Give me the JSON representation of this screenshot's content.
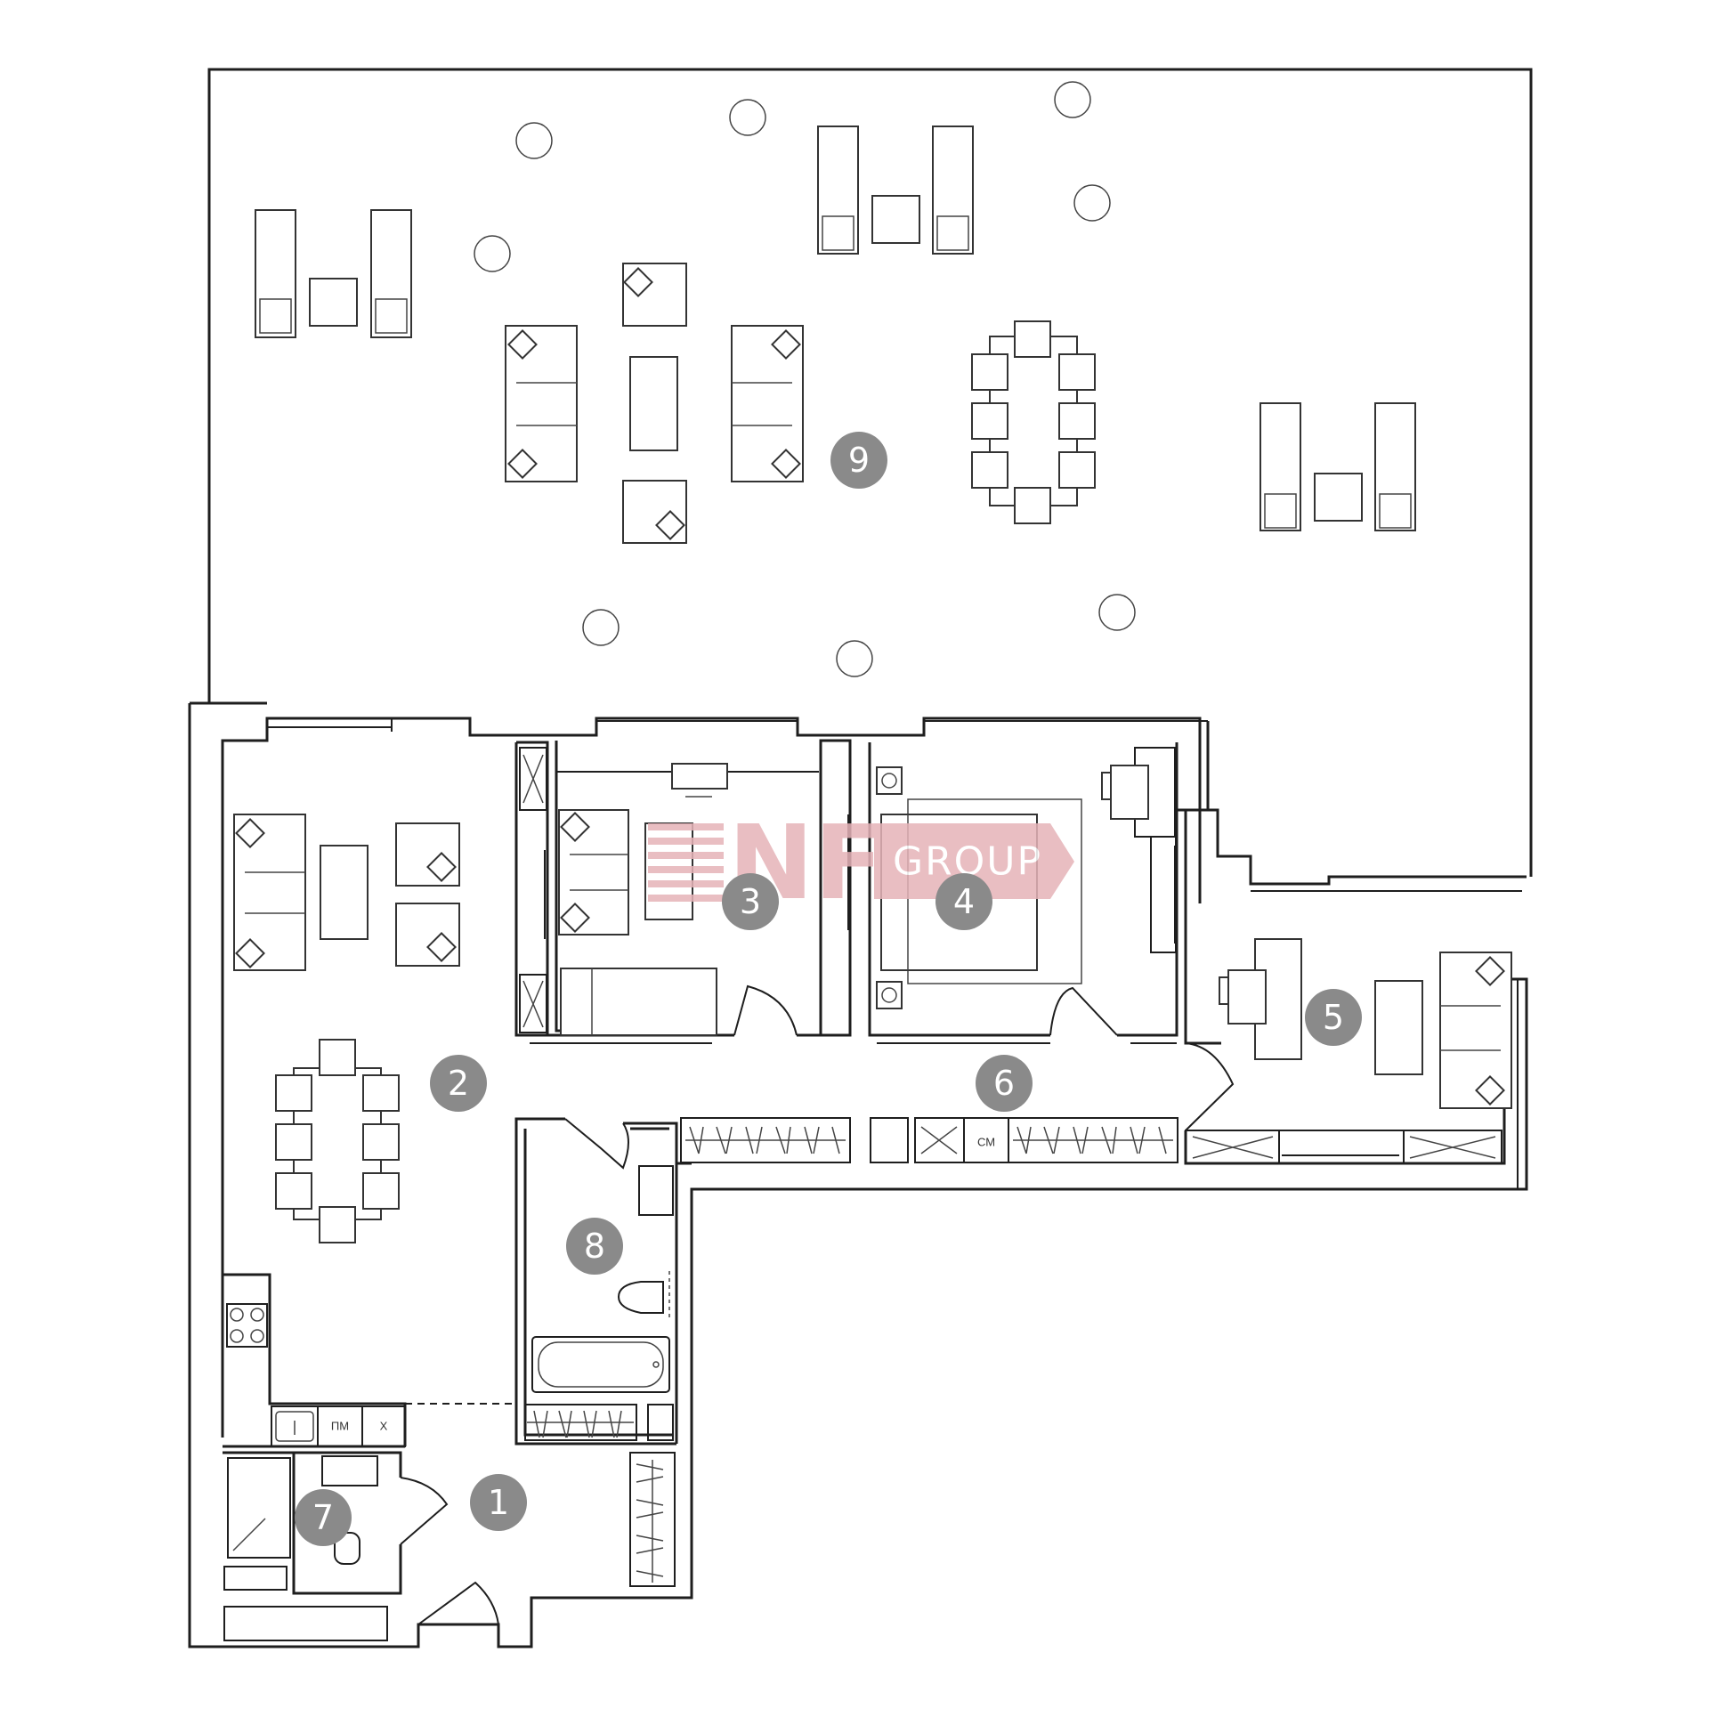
{
  "rooms": [
    {
      "number": "1"
    },
    {
      "number": "2"
    },
    {
      "number": "3"
    },
    {
      "number": "4"
    },
    {
      "number": "5"
    },
    {
      "number": "6"
    },
    {
      "number": "7"
    },
    {
      "number": "8"
    },
    {
      "number": "9"
    }
  ],
  "kitchen": {
    "dishwasher_label": "ПМ",
    "fridge_label": "Х"
  },
  "hallway": {
    "washer_label": "СМ"
  },
  "watermark": {
    "brand": "NF",
    "subtitle": "GROUP",
    "color": "#e6b3b8"
  },
  "colors": {
    "wall": "#1e1e1e",
    "badge": "#8a8a8a"
  }
}
